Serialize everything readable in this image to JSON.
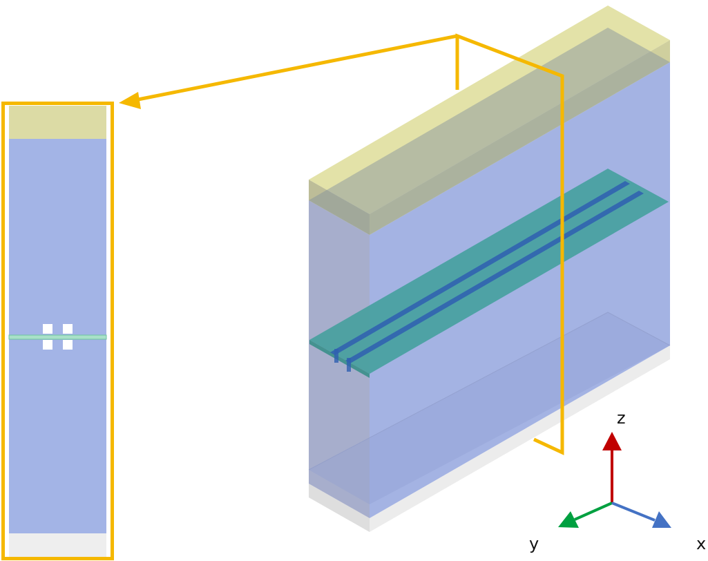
{
  "axes": {
    "z": {
      "label": "z",
      "color": "#c00000"
    },
    "y": {
      "label": "y",
      "color": "#00a040"
    },
    "x": {
      "label": "x",
      "color": "#4472c4"
    }
  },
  "colors": {
    "callout": "#f5b800",
    "cladding": "#9daee3",
    "top_layer": "#d8d7a0",
    "substrate": "#e6e6e6",
    "slab": "#3f9f9a",
    "rib": "#2f5fb0",
    "core_section": "#ffffff"
  }
}
